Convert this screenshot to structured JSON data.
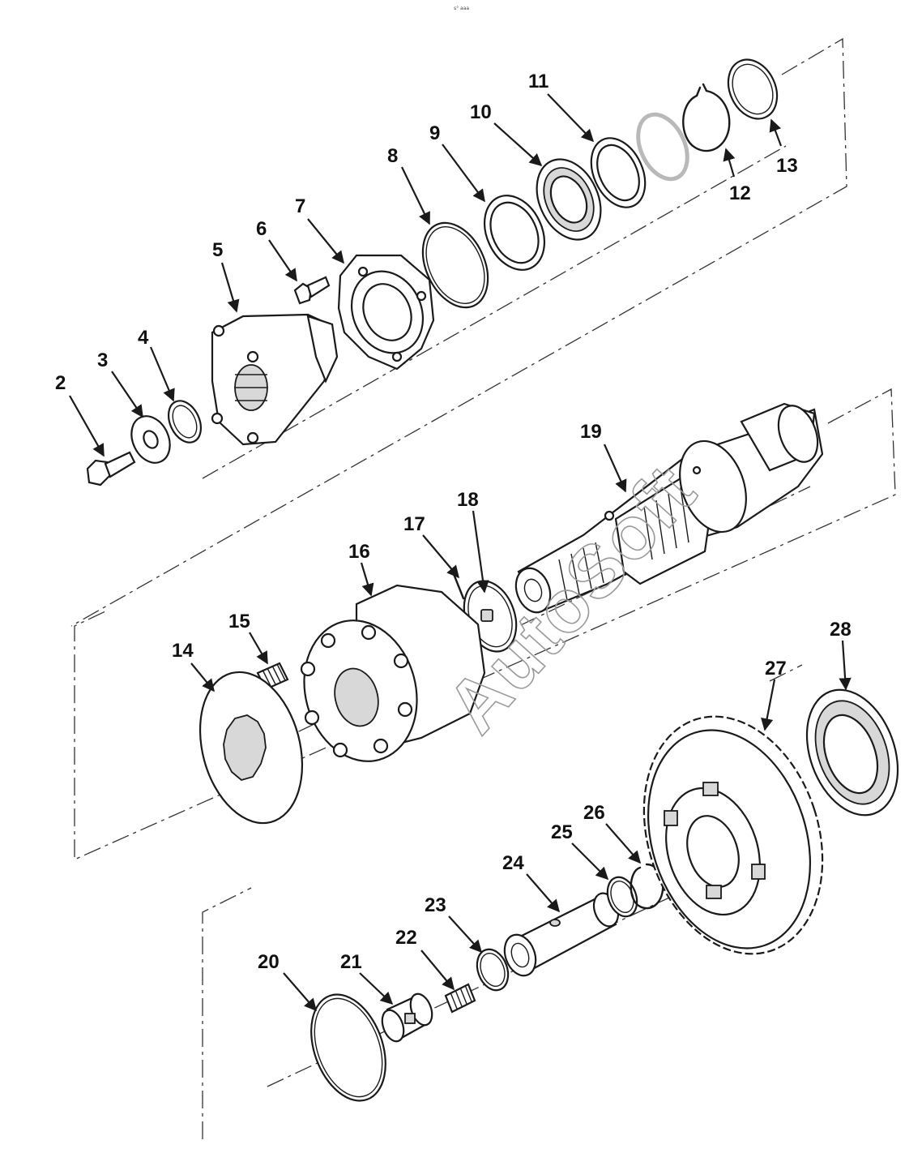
{
  "header_mark": "s° aaa",
  "watermark": "AutoSoft",
  "callouts": [
    "2",
    "3",
    "4",
    "5",
    "6",
    "7",
    "8",
    "9",
    "10",
    "11",
    "12",
    "13",
    "14",
    "15",
    "16",
    "17",
    "18",
    "19",
    "20",
    "21",
    "22",
    "23",
    "24",
    "25",
    "26",
    "27",
    "28"
  ]
}
